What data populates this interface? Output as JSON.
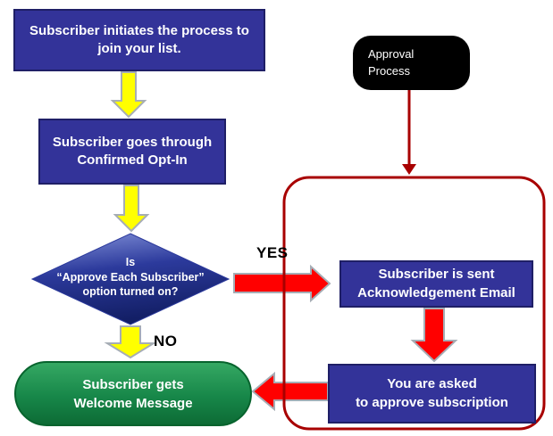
{
  "nodes": {
    "start": "Subscriber initiates the process to\njoin your list.",
    "optin": "Subscriber goes through\nConfirmed Opt-In",
    "decision": "Is\n“Approve Each Subscriber”\noption turned on?",
    "acknowledgement": "Subscriber is sent\nAcknowledgement Email",
    "approve": "You are asked\nto approve subscription",
    "welcome": "Subscriber gets\nWelcome Message",
    "approval_process": "Approval\nProcess"
  },
  "labels": {
    "yes": "YES",
    "no": "NO"
  },
  "colors": {
    "process_box_fill": "#333399",
    "process_box_border": "#1F1F66",
    "decision_gradient_top": "#8493DA",
    "decision_gradient_mid": "#2C3A9C",
    "decision_gradient_bottom": "#131F66",
    "terminator_green": "#178749",
    "terminator_green_border": "#07632D",
    "flow_arrow_yellow": "#FFFF00",
    "flow_arrow_red": "#FF0000",
    "arrow_outline_gray": "#A6ADB5",
    "scope_border_red": "#A80000",
    "annotation_black": "#000000",
    "text_white": "#FFFFFF"
  }
}
